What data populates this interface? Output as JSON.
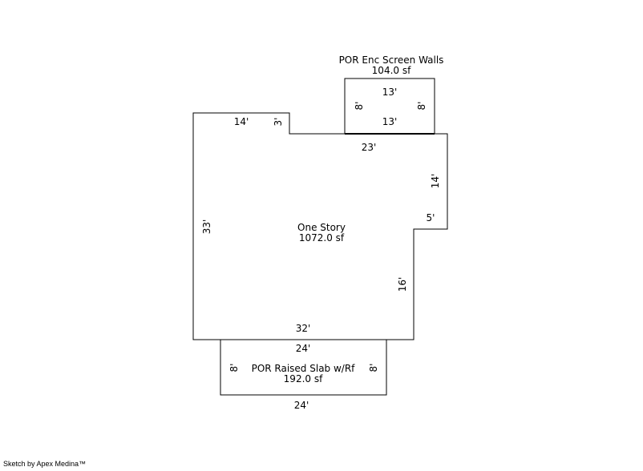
{
  "areas": {
    "screen_walls": {
      "name": "POR Enc Screen Walls",
      "area": "104.0 sf",
      "top": "13'",
      "bottom": "13'",
      "left": "8'",
      "right": "8'"
    },
    "one_story": {
      "name": "One Story",
      "area": "1072.0 sf",
      "top_left": "14'",
      "notch": "3'",
      "top_right": "23'",
      "right_upper": "14'",
      "step": "5'",
      "right_lower": "16'",
      "bottom": "32'",
      "left": "33'"
    },
    "raised_slab": {
      "name": "POR Raised Slab w/Rf",
      "area": "192.0 sf",
      "top": "24'",
      "bottom": "24'",
      "left": "8'",
      "right": "8'"
    }
  },
  "footer": {
    "credit": "Sketch by Apex Medina™"
  }
}
